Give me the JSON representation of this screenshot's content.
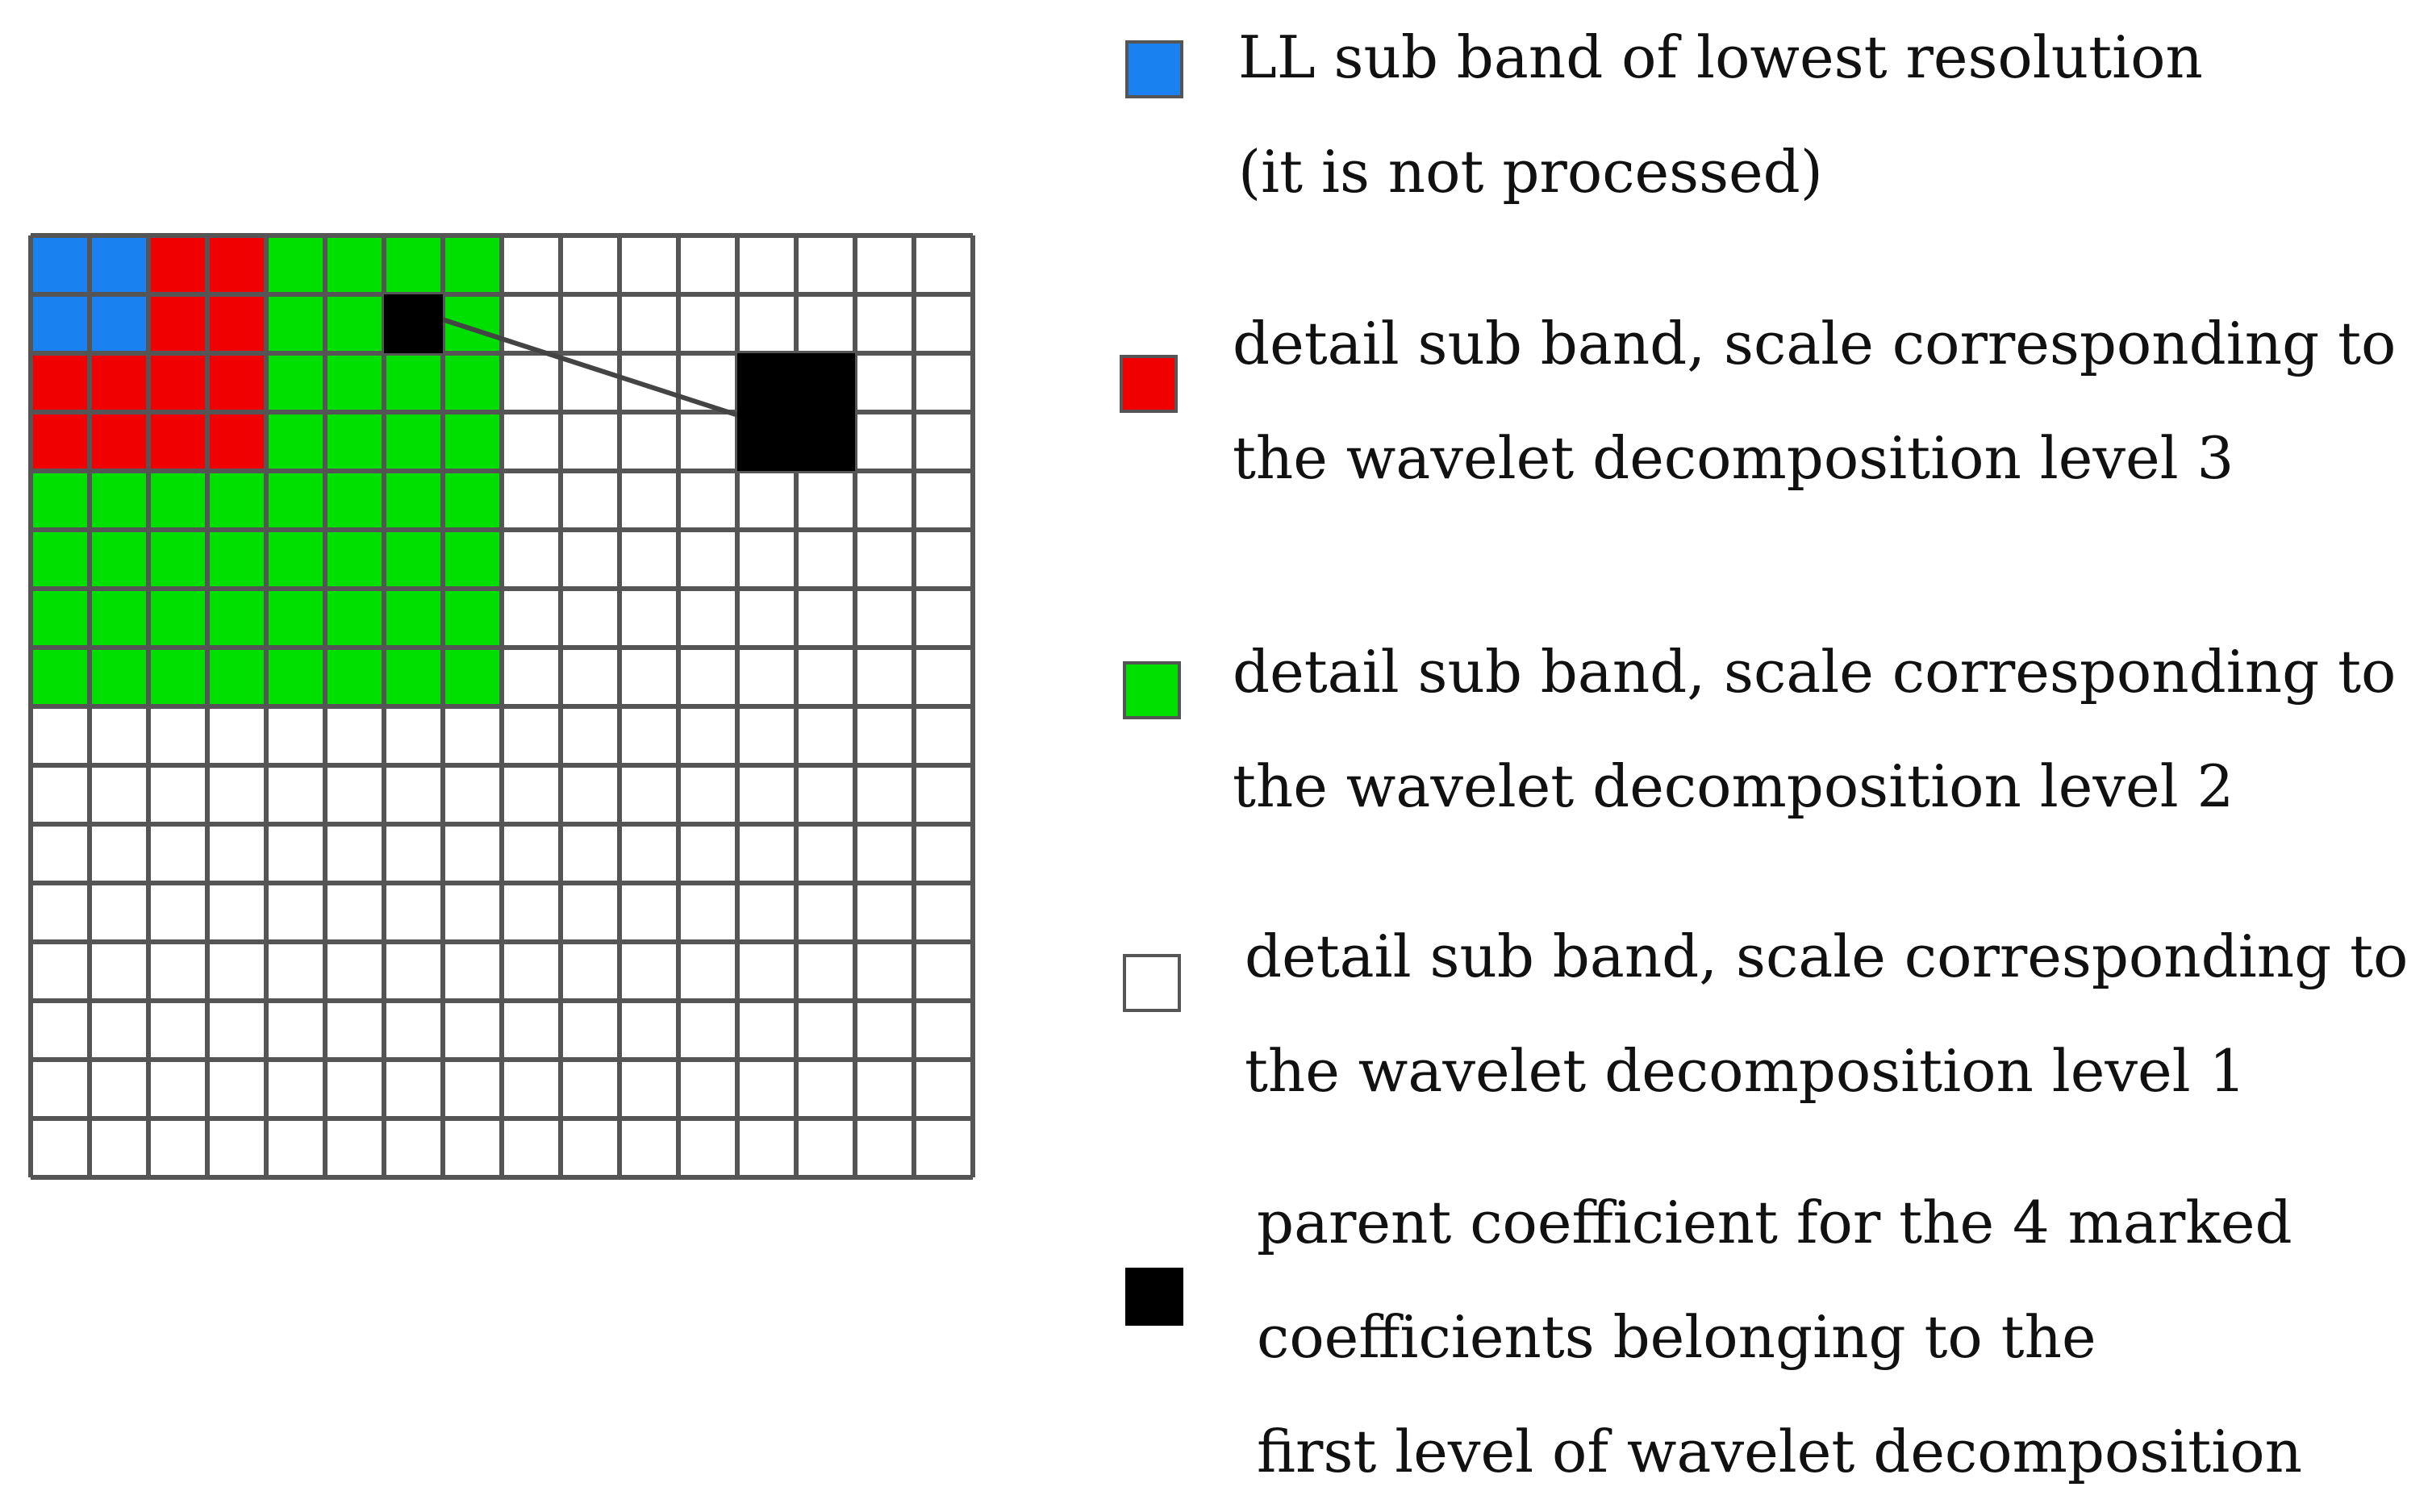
{
  "colors": {
    "ll": "#1a82f0",
    "level3": "#f00000",
    "level2": "#00e000",
    "level1": "#ffffff",
    "parent": "#000000",
    "grid_line": "#555555"
  },
  "grid": {
    "cells_per_side": 16,
    "ll_size": 2,
    "level3_size": 4,
    "level2_size": 8,
    "parent_cell": [
      6,
      1
    ],
    "parent_block": [
      12,
      2,
      2
    ]
  },
  "legend": [
    {
      "key": "ll",
      "lines": [
        "LL sub band of lowest resolution",
        "(it is not processed)"
      ]
    },
    {
      "key": "level3",
      "lines": [
        "detail sub band, scale corresponding to",
        "the wavelet decomposition level 3"
      ]
    },
    {
      "key": "level2",
      "lines": [
        "detail sub band, scale corresponding to",
        "the wavelet decomposition level 2"
      ]
    },
    {
      "key": "level1",
      "lines": [
        "detail sub band, scale corresponding to",
        "the wavelet decomposition level 1"
      ]
    },
    {
      "key": "parent",
      "lines": [
        "parent coefficient for the 4 marked",
        "coefficients belonging to the",
        "first level of wavelet decomposition"
      ]
    }
  ]
}
